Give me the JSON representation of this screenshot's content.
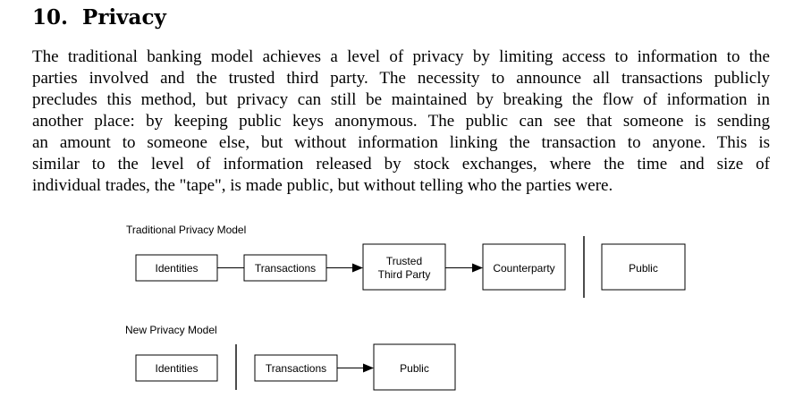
{
  "section": {
    "number": "10.",
    "title": "Privacy"
  },
  "paragraph_lines": [
    "The traditional banking model achieves a level of privacy by limiting access to information to the",
    "parties involved and the trusted third party.  The necessity to announce all transactions publicly",
    "precludes this method, but privacy can still be maintained by breaking the flow of information in",
    "another place: by keeping public keys anonymous.  The public can see that someone is sending",
    "an amount to someone else, but without information linking the transaction to anyone.  This is",
    "similar to the level of information released by stock exchanges, where the time and size of",
    "individual trades, the \"tape\", is made public, but without telling who the parties were."
  ],
  "figure": {
    "traditional": {
      "label": "Traditional Privacy Model",
      "boxes": {
        "identities": "Identities",
        "transactions": "Transactions",
        "trusted_line1": "Trusted",
        "trusted_line2": "Third Party",
        "counterparty": "Counterparty",
        "public": "Public"
      }
    },
    "new": {
      "label": "New Privacy Model",
      "boxes": {
        "identities": "Identities",
        "transactions": "Transactions",
        "public": "Public"
      }
    }
  }
}
